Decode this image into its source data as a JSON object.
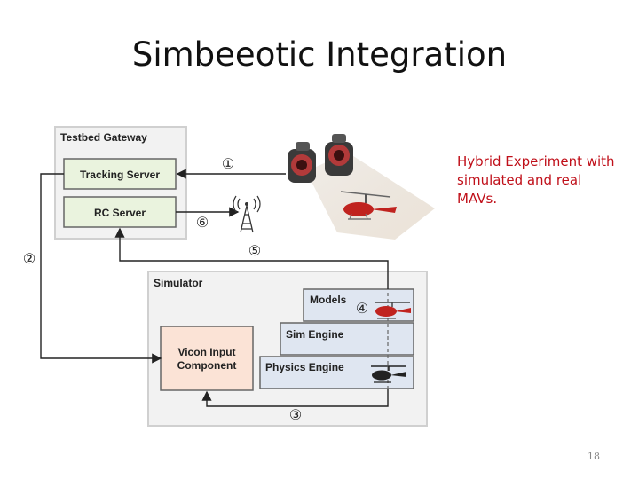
{
  "slide": {
    "title": "Simbeeotic Integration",
    "caption": "Hybrid Experiment with simulated and real MAVs.",
    "page_number": "18"
  },
  "diagram": {
    "gateway": {
      "title": "Testbed Gateway",
      "tracking_server": "Tracking Server",
      "rc_server": "RC Server"
    },
    "simulator": {
      "title": "Simulator",
      "models": "Models",
      "sim_engine": "Sim Engine",
      "physics_engine": "Physics Engine",
      "vicon_line1": "Vicon Input",
      "vicon_line2": "Component"
    },
    "steps": {
      "s1": "①",
      "s2": "②",
      "s3": "③",
      "s4": "④",
      "s5": "⑤",
      "s6": "⑥"
    },
    "colors": {
      "gateway_fill": "#f2f2f2",
      "server_fill": "#eaf3de",
      "engine_fill": "#dfe6f1",
      "vicon_fill": "#fbe3d6",
      "caption_text": "#c0101a"
    }
  }
}
